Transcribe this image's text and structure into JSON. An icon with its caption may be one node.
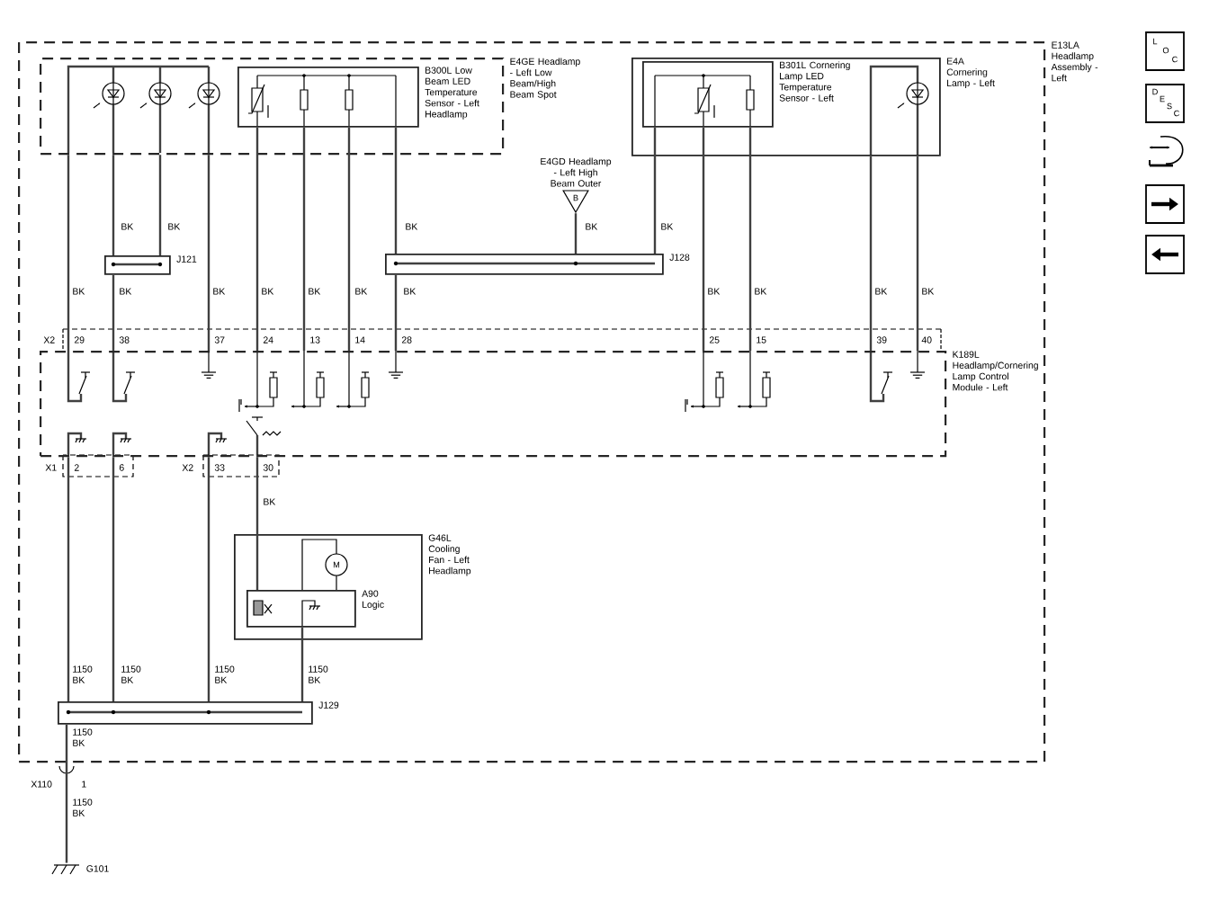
{
  "diagram": {
    "nodes": [
      {
        "text": [
          "E13LA Headlamp Assembly - Left"
        ]
      },
      {
        "text": [
          "E4GE Headlamp - Left Low Beam/High Beam Spot"
        ],
        "in": 0
      },
      {
        "text": [
          "B300L Low Beam LED Temperature Sensor - Left Headlamp"
        ],
        "in": 1
      },
      {
        "text": [
          "E4GD Headlamp - Left High Beam Outer",
          "B"
        ],
        "in": 0
      },
      {
        "text": [
          "E4A Cornering Lamp - Left"
        ],
        "in": 0
      },
      {
        "text": [
          "B301L Cornering Lamp LED Temperature Sensor - Left"
        ],
        "in": 4
      },
      {
        "text": [
          "J121"
        ],
        "in": 0
      },
      {
        "text": [
          "J128"
        ],
        "in": 0
      },
      {
        "text": [
          "K189L Headlamp/Cornering Lamp Control Module - Left"
        ],
        "in": 0
      },
      {
        "text": [
          "G46L Cooling Fan - Left Headlamp"
        ],
        "in": 0
      },
      {
        "text": [
          "A90 Logic"
        ],
        "in": 9
      },
      {
        "text": [
          "J129"
        ],
        "in": 0
      },
      {
        "text": [
          "G101"
        ]
      }
    ],
    "edges": [
      {
        "from": 1,
        "to": 8,
        "arrow": "none"
      },
      {
        "from": 1,
        "to": 6,
        "arrow": "none"
      },
      {
        "from": 1,
        "to": 6,
        "arrow": "none"
      },
      {
        "from": 6,
        "to": 8,
        "arrow": "none"
      },
      {
        "from": 1,
        "to": 8,
        "arrow": "none"
      },
      {
        "from": 2,
        "to": 8,
        "arrow": "none"
      },
      {
        "from": 2,
        "to": 8,
        "arrow": "none"
      },
      {
        "from": 2,
        "to": 8,
        "arrow": "none"
      },
      {
        "from": 2,
        "to": 7,
        "arrow": "none"
      },
      {
        "from": 7,
        "to": 8,
        "arrow": "none"
      },
      {
        "from": 3,
        "to": 7,
        "arrow": "none"
      },
      {
        "from": 5,
        "to": 7,
        "arrow": "none"
      },
      {
        "from": 5,
        "to": 8,
        "arrow": "none"
      },
      {
        "from": 5,
        "to": 8,
        "arrow": "none"
      },
      {
        "from": 4,
        "to": 8,
        "arrow": "none"
      },
      {
        "from": 4,
        "to": 8,
        "arrow": "none"
      },
      {
        "from": 8,
        "to": 11,
        "arrow": "none"
      },
      {
        "from": 8,
        "to": 11,
        "arrow": "none"
      },
      {
        "from": 8,
        "to": 11,
        "arrow": "none"
      },
      {
        "from": 8,
        "to": 10,
        "arrow": "none"
      },
      {
        "from": 10,
        "to": 11,
        "arrow": "none"
      },
      {
        "from": 11,
        "to": 12,
        "arrow": "none"
      }
    ],
    "labels": [
      "BK",
      "BK",
      "BK",
      "BK",
      "BK",
      "BK",
      "BK",
      "BK",
      "BK",
      "BK",
      "BK",
      "BK",
      "BK",
      "BK",
      "BK",
      "BK",
      "X2",
      "29",
      "38",
      "37",
      "24",
      "13",
      "14",
      "28",
      "25",
      "15",
      "39",
      "40",
      "X1",
      "2",
      "6",
      "X2",
      "33",
      "30",
      "BK",
      "1150 BK",
      "1150 BK",
      "1150 BK",
      "1150 BK",
      "1150 BK",
      "X110",
      "1",
      "1150 BK",
      "M",
      "L",
      "O",
      "C",
      "D",
      "E",
      "S",
      "C"
    ]
  }
}
